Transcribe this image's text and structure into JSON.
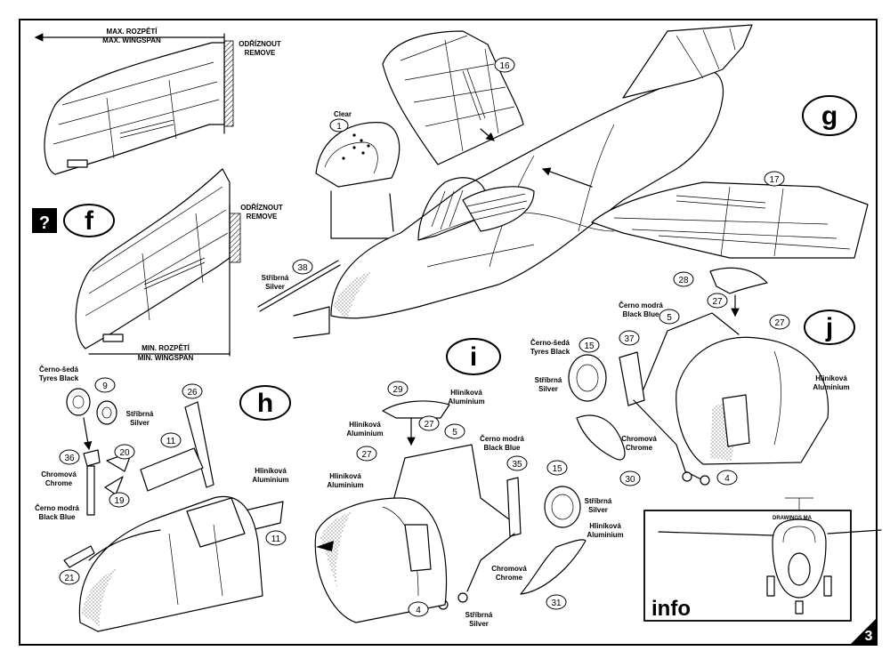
{
  "labels": {
    "max_span_cz": "MAX. ROZPĚTÍ",
    "max_span_en": "MAX. WINGSPAN",
    "cut_cz_1": "ODŘÍZNOUT",
    "cut_en_1": "REMOVE",
    "cut_cz_2": "ODŘÍZNOUT",
    "cut_en_2": "REMOVE",
    "min_span_cz": "MIN. ROZPĚTÍ",
    "min_span_en": "MIN. WINGSPAN",
    "clear": "Clear",
    "silver_cz_38": "Stříbrná",
    "silver_en_38": "Silver",
    "tyres_cz_h": "Černo-šedá",
    "tyres_en_h": "Tyres Black",
    "silver_cz_10": "Stříbrná",
    "silver_en_10": "Silver",
    "chrome_cz_h": "Chromová",
    "chrome_en_h": "Chrome",
    "blackblue_cz_h": "Černo modrá",
    "blackblue_en_h": "Black Blue",
    "alu_cz_h": "Hliníková",
    "alu_en_h": "Aluminium",
    "alu_cz_29": "Hliníková",
    "alu_en_29": "Aluminium",
    "alu_cz_i1": "Hliníková",
    "alu_en_i1": "Aluminium",
    "alu_cz_i2": "Hliníková",
    "alu_en_i2": "Aluminium",
    "blackblue_cz_i": "Černo modrá",
    "blackblue_en_i": "Black Blue",
    "silver_cz_i15": "Stříbrná",
    "silver_en_i15": "Silver",
    "alu_cz_i31": "Hliníková",
    "alu_en_i31": "Aluminium",
    "chrome_cz_i": "Chromová",
    "chrome_en_i": "Chrome",
    "silver_cz_i4": "Stříbrná",
    "silver_en_i4": "Silver",
    "blackblue_cz_j": "Černo modrá",
    "blackblue_en_j": "Black Blue",
    "tyres_cz_j": "Černo-šedá",
    "tyres_en_j": "Tyres Black",
    "silver_cz_j": "Stříbrná",
    "silver_en_j": "Silver",
    "chrome_cz_j": "Chromová",
    "chrome_en_j": "Chrome",
    "alu_cz_j": "Hliníková",
    "alu_en_j": "Aluminium",
    "drawings": "DRAWINGS MA",
    "info": "info",
    "question": "?"
  },
  "steps": {
    "f": "f",
    "g": "g",
    "h": "h",
    "i": "i",
    "j": "j"
  },
  "parts": {
    "p1": "1",
    "p16": "16",
    "p17": "17",
    "p38": "38",
    "p9": "9",
    "p26": "26",
    "p11a": "11",
    "p20": "20",
    "p36": "36",
    "p19": "19",
    "p11b": "11",
    "p21": "21",
    "p29": "29",
    "p27a": "27",
    "p27b": "27",
    "p5i": "5",
    "p35": "35",
    "p15i": "15",
    "p4i": "4",
    "p31": "31",
    "p28": "28",
    "p27c": "27",
    "p27d": "27",
    "p5j": "5",
    "p37": "37",
    "p15j": "15",
    "p30": "30",
    "p4j": "4"
  },
  "page_number": "3"
}
